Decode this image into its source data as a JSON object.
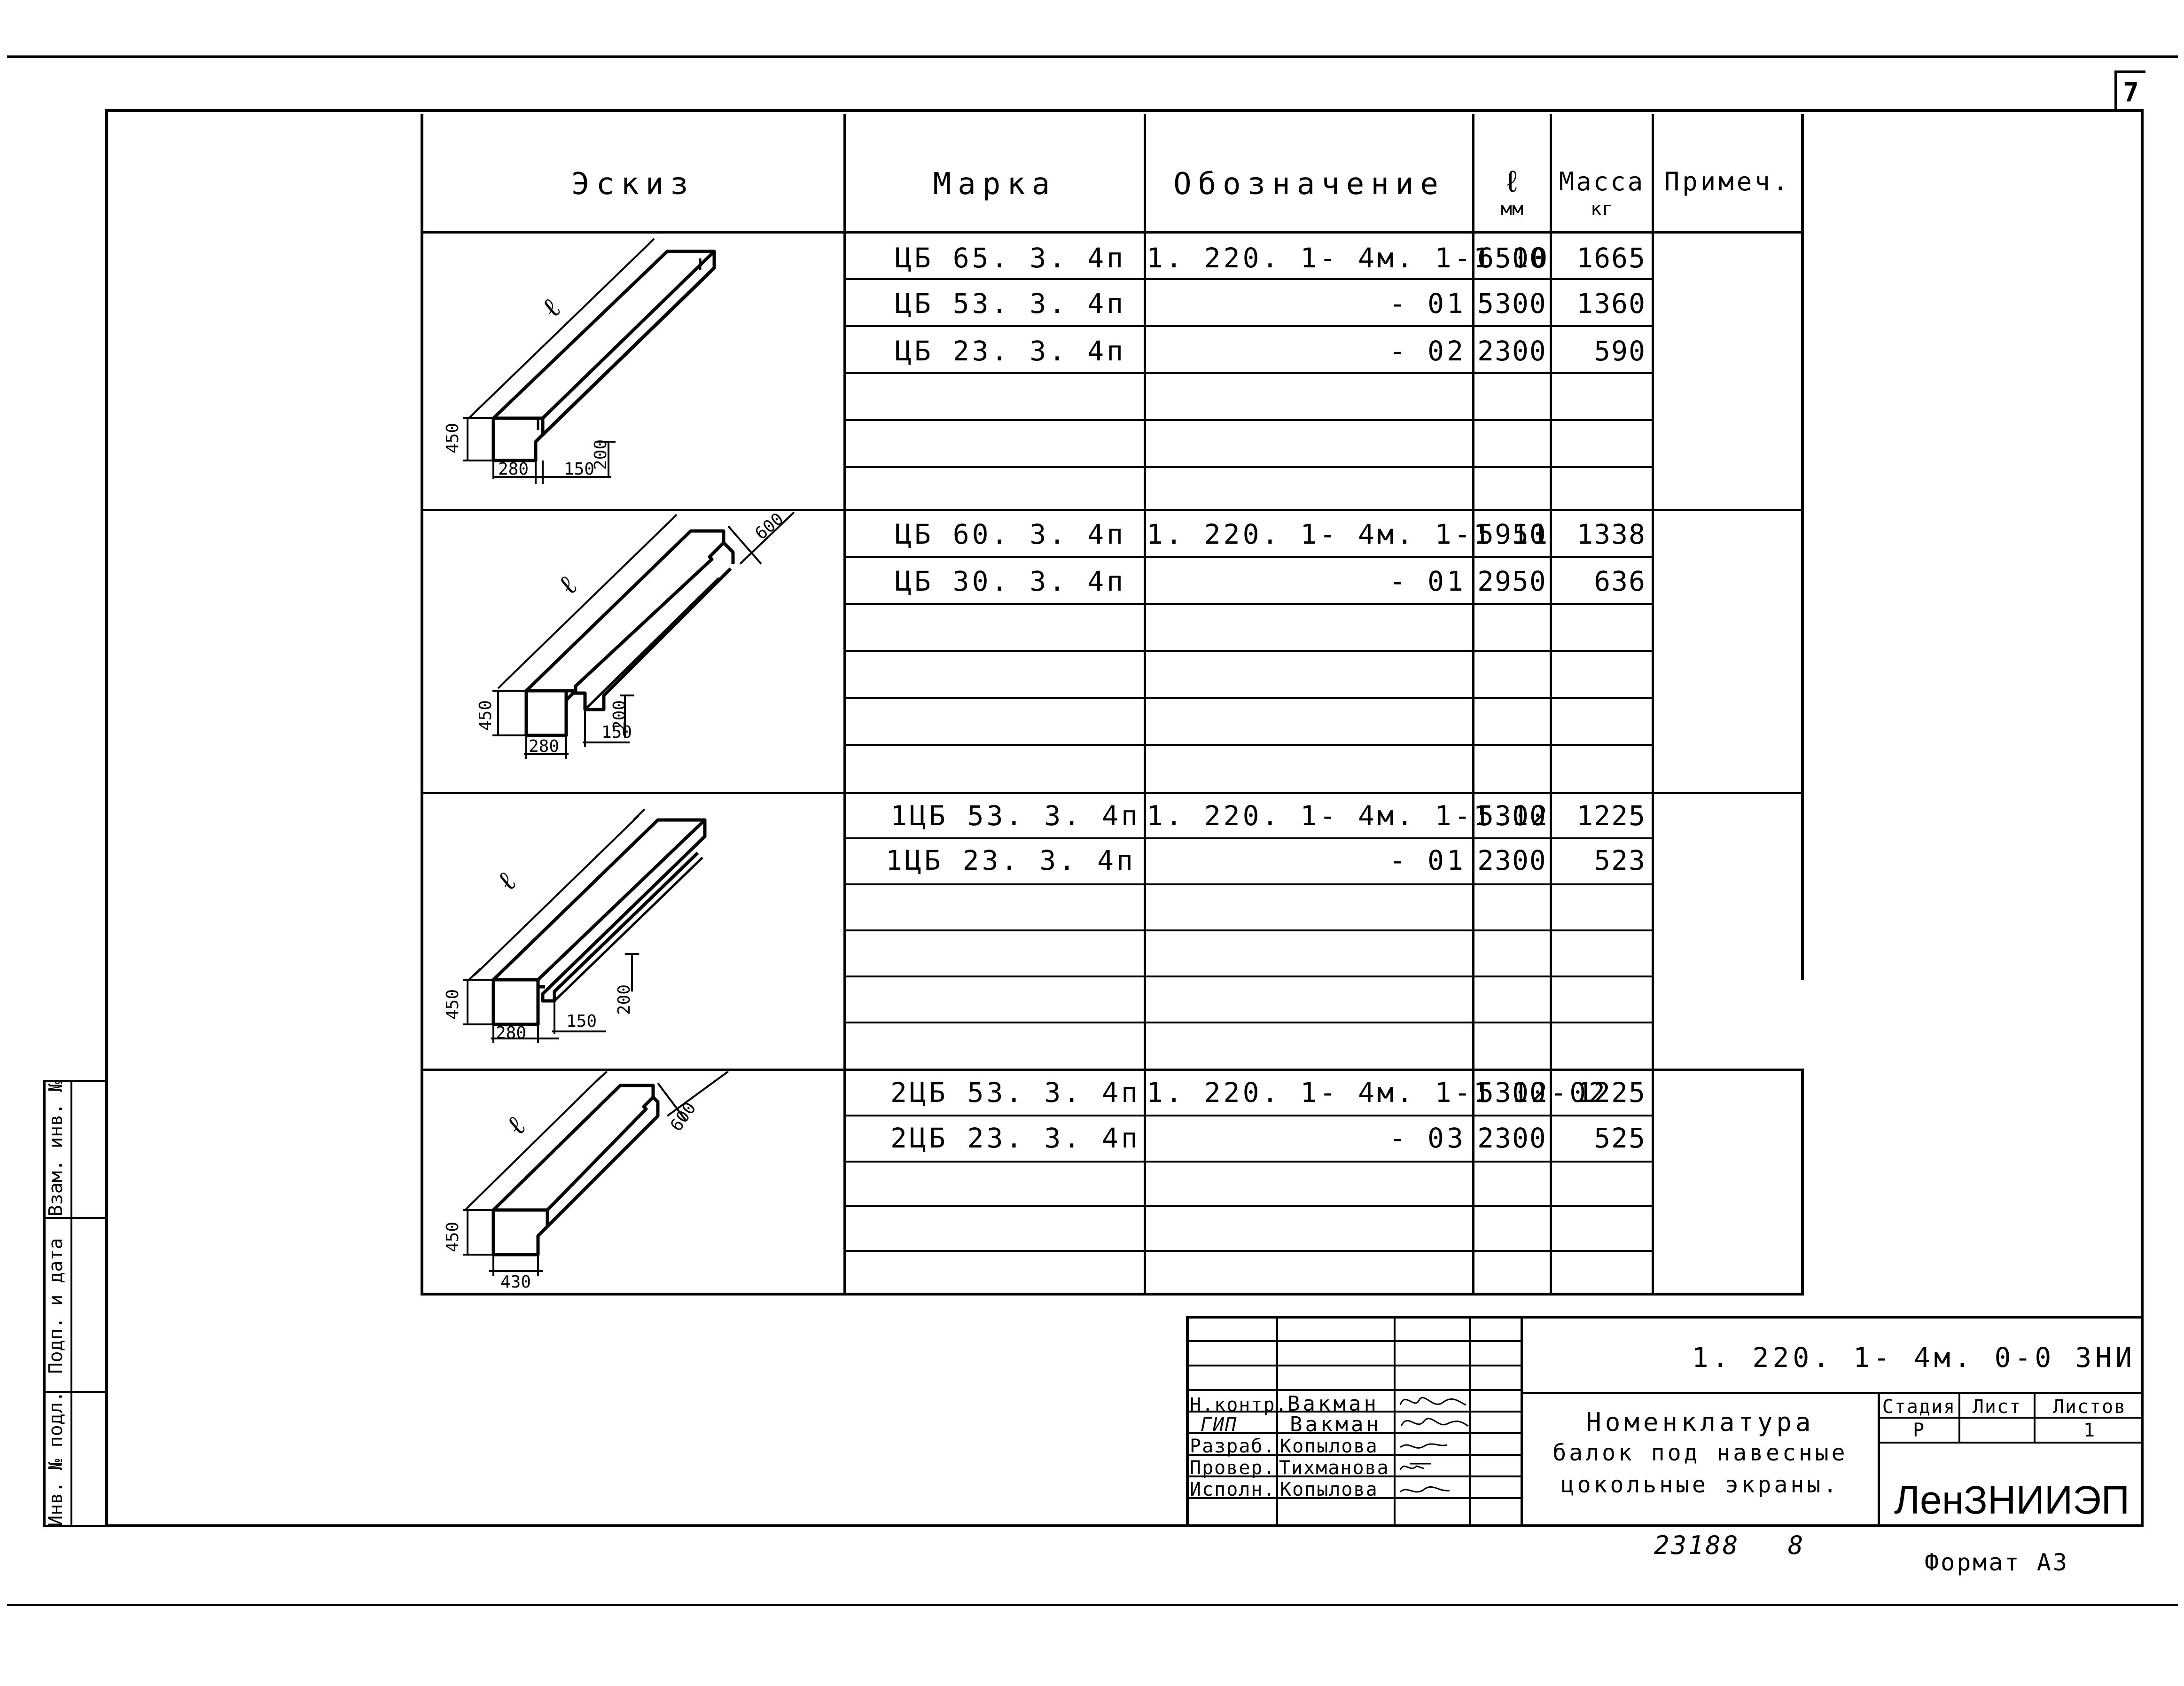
{
  "sheet": {
    "page_number": "7",
    "format_label": "Формат А3",
    "handwritten_note": "23188",
    "handwritten_note_2": "8"
  },
  "table": {
    "headers": {
      "sketch": "Эскиз",
      "mark": "Марка",
      "designation": "Обозначение",
      "length": "ℓ",
      "length_unit": "мм",
      "mass": "Масса",
      "mass_unit": "кг",
      "notes": "Примеч."
    },
    "groups": [
      {
        "sketch": {
          "len": "ℓ",
          "h": "450",
          "w": "280",
          "w2": "150",
          "h2": "200"
        },
        "rows": [
          {
            "mark": "ЦБ 65. 3. 4п",
            "designation": "1. 220. 1- 4м. 1-1  10",
            "length": "6500",
            "mass": "1665"
          },
          {
            "mark": "ЦБ 53. 3. 4п",
            "designation": "- 01",
            "length": "5300",
            "mass": "1360"
          },
          {
            "mark": "ЦБ 23. 3. 4п",
            "designation": "- 02",
            "length": "2300",
            "mass": "590"
          }
        ]
      },
      {
        "sketch": {
          "len": "ℓ",
          "h": "450",
          "w": "280",
          "w2": "150",
          "h2": "200",
          "top": "600"
        },
        "rows": [
          {
            "mark": "ЦБ 60. 3. 4п",
            "designation": "1. 220. 1- 4м. 1-1  11",
            "length": "5950",
            "mass": "1338"
          },
          {
            "mark": "ЦБ 30. 3. 4п",
            "designation": "- 01",
            "length": "2950",
            "mass": "636"
          }
        ]
      },
      {
        "sketch": {
          "len": "ℓ",
          "h": "450",
          "w": "280",
          "w2": "150",
          "h2": "200"
        },
        "rows": [
          {
            "mark": "1ЦБ 53. 3. 4п",
            "designation": "1. 220. 1- 4м. 1-1  12",
            "length": "5300",
            "mass": "1225"
          },
          {
            "mark": "1ЦБ 23. 3. 4п",
            "designation": "- 01",
            "length": "2300",
            "mass": "523"
          }
        ]
      },
      {
        "sketch": {
          "len": "ℓ",
          "h": "450",
          "w": "430",
          "top": "600"
        },
        "rows": [
          {
            "mark": "2ЦБ 53. 3. 4п",
            "designation": "1. 220. 1- 4м. 1-1  12-02",
            "length": "5300",
            "mass": "1225"
          },
          {
            "mark": "2ЦБ 23. 3. 4п",
            "designation": "- 03",
            "length": "2300",
            "mass": "525"
          }
        ]
      }
    ]
  },
  "title_block": {
    "code": "1. 220. 1- 4м. 0-0  ЗНИ",
    "title_line1": "Номенклатура",
    "title_line2": "балок под навесные",
    "title_line3": "цокольные экраны.",
    "stage_label": "Стадия",
    "sheet_label": "Лист",
    "sheets_label": "Листов",
    "stage_value": "Р",
    "sheets_value": "1",
    "organization": "ЛенЗНИИЭП",
    "people": [
      {
        "role": "Н.контр.",
        "name": "Вакман"
      },
      {
        "role": "ГИП",
        "name": "Вакман"
      },
      {
        "role": "Разраб.",
        "name": "Копылова"
      },
      {
        "role": "Провер.",
        "name": "Тихманова"
      },
      {
        "role": "Исполн.",
        "name": "Копылова"
      }
    ]
  },
  "side_stamp": {
    "inv_podl": "Инв. № подл.",
    "podp_data": "Подп. и дата",
    "vzam_inv": "Взам. инв. №"
  }
}
